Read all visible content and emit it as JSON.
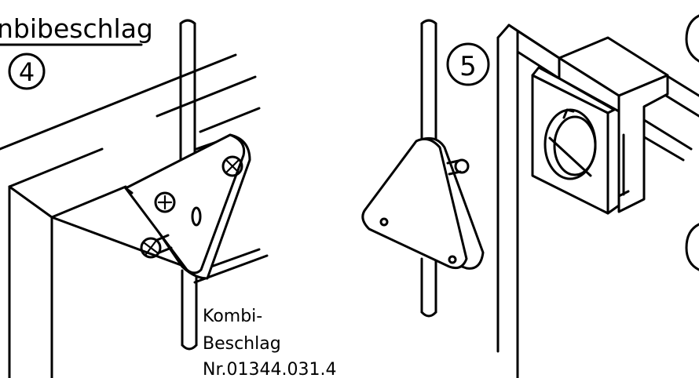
{
  "title": "nbibeschlag",
  "figure_numbers": [
    "4",
    "5"
  ],
  "caption": {
    "line1": "Kombi-",
    "line2": "Beschlag",
    "line3": "Nr.01344.031.4"
  }
}
